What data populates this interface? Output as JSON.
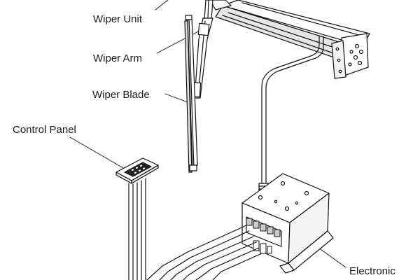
{
  "labels": {
    "wiper_unit": "Wiper Unit",
    "wiper_arm": "Wiper Arm",
    "wiper_blade": "Wiper Blade",
    "control_panel": "Control Panel",
    "electronic": "Electronic"
  },
  "colors": {
    "line": "#111111",
    "background": "#ffffff",
    "shade": "#d9d9d9"
  }
}
